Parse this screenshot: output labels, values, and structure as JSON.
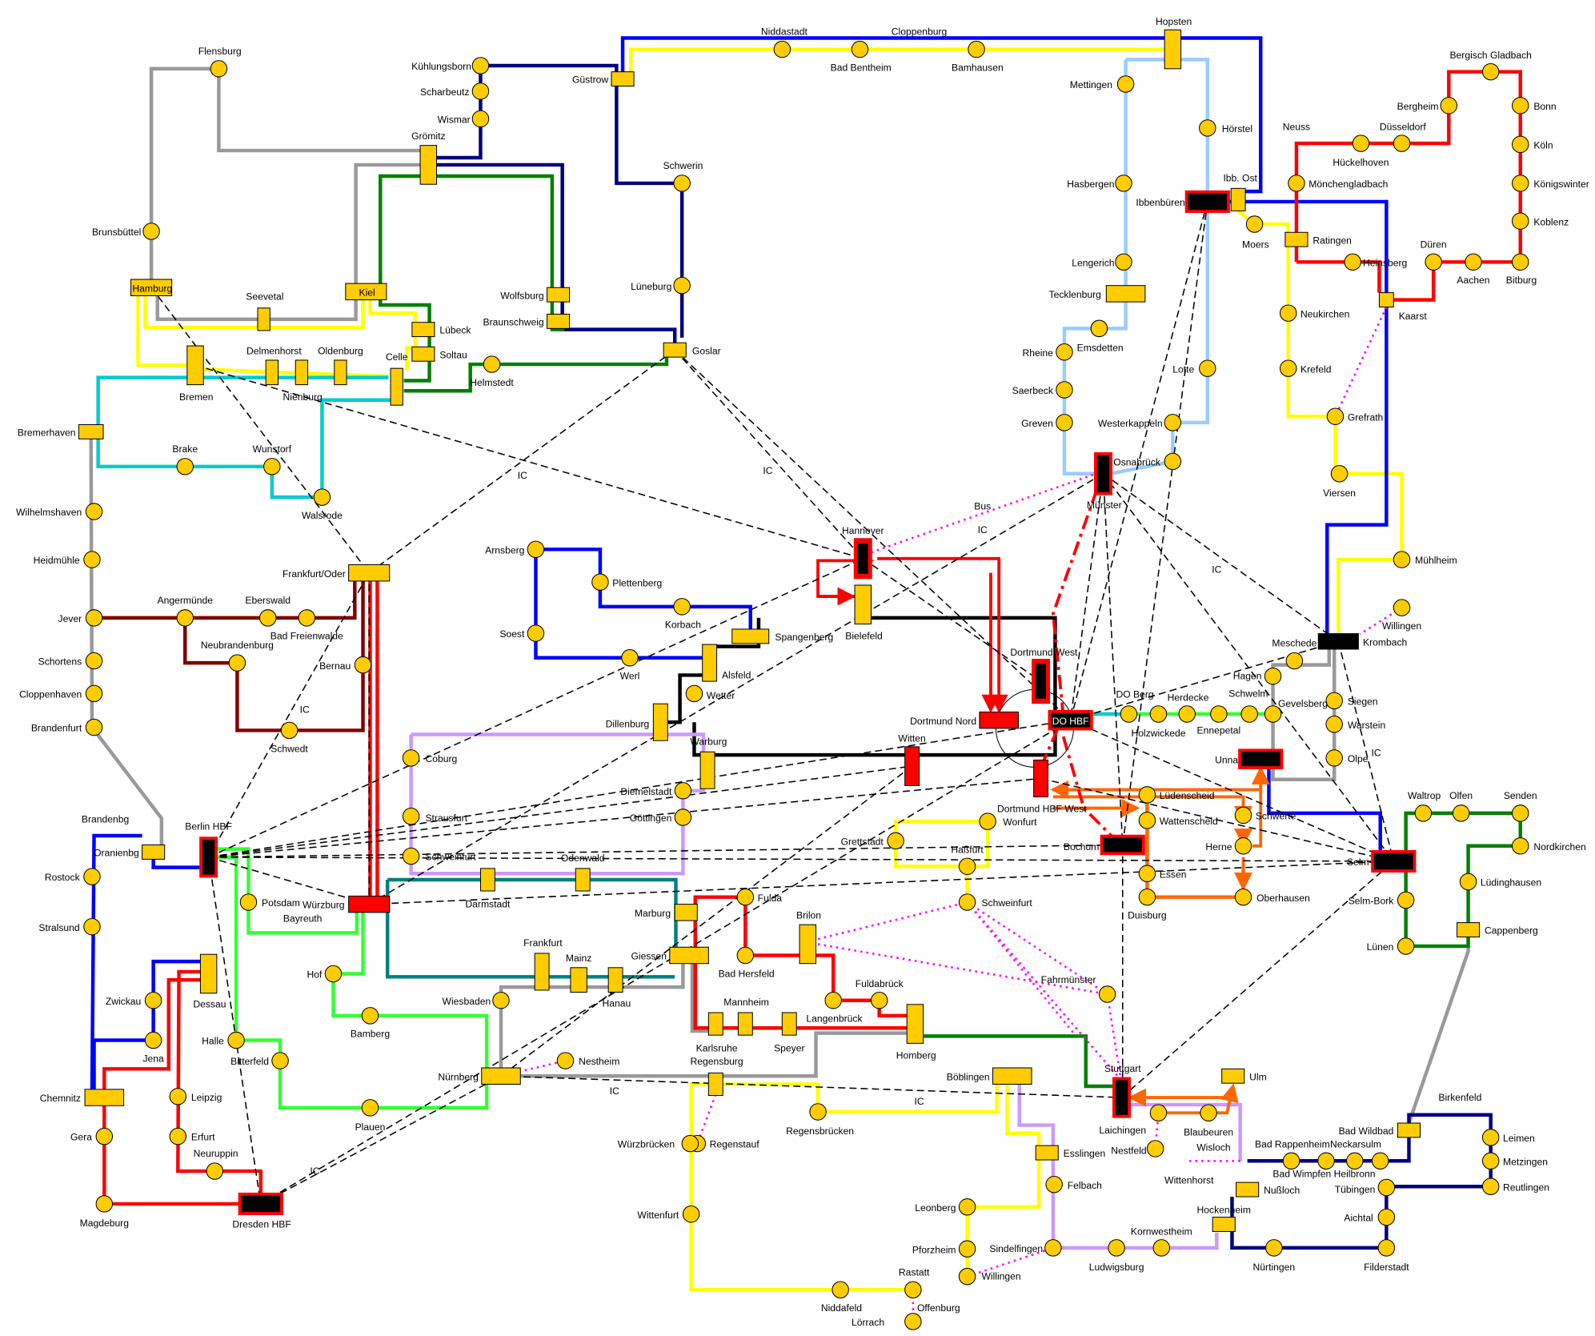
{
  "line_colors": {
    "gray": "#999999",
    "yellow": "#ffff00",
    "blue": "#0000ff",
    "navy": "#000080",
    "green": "#008000",
    "lime": "#33ff33",
    "cyan": "#00cccc",
    "darkred": "#800000",
    "red": "#ff0000",
    "orange": "#ff6600",
    "black": "#000000",
    "teal": "#008080",
    "lavender": "#cc99ff",
    "lightblue": "#99ccff",
    "magenta": "#ff00ff",
    "station_fill": "#ffcc00",
    "hub_border": "#ff0000"
  },
  "annotations": [
    "IC",
    "IC",
    "IC",
    "IC",
    "Bus",
    "IC",
    "IC",
    "IC",
    "IC",
    "IC"
  ],
  "stations": [
    {
      "name": "Flensburg"
    },
    {
      "name": "Brunsbüttel"
    },
    {
      "name": "Hamburg"
    },
    {
      "name": "Seevetal"
    },
    {
      "name": "Kiel"
    },
    {
      "name": "Grömitz"
    },
    {
      "name": "Kühlungsborn"
    },
    {
      "name": "Scharbeutz"
    },
    {
      "name": "Wismar"
    },
    {
      "name": "Lübeck"
    },
    {
      "name": "Soltau"
    },
    {
      "name": "Celle"
    },
    {
      "name": "Helmstedt"
    },
    {
      "name": "Wolfsburg"
    },
    {
      "name": "Braunschweig"
    },
    {
      "name": "Bremen"
    },
    {
      "name": "Delmenhorst"
    },
    {
      "name": "Nienburg"
    },
    {
      "name": "Oldenburg"
    },
    {
      "name": "Bremerhaven"
    },
    {
      "name": "Brake"
    },
    {
      "name": "Wunstorf"
    },
    {
      "name": "Walsrode"
    },
    {
      "name": "Wilhelmshaven"
    },
    {
      "name": "Heidmühle"
    },
    {
      "name": "Jever"
    },
    {
      "name": "Schortens"
    },
    {
      "name": "Cloppenhaven"
    },
    {
      "name": "Brandenfurt"
    },
    {
      "name": "Angermünde"
    },
    {
      "name": "Eberswald"
    },
    {
      "name": "Bad Freienwalde"
    },
    {
      "name": "Neubrandenburg"
    },
    {
      "name": "Bernau"
    },
    {
      "name": "Schwedt"
    },
    {
      "name": "Frankfurt/Oder"
    },
    {
      "name": "Güstrow"
    },
    {
      "name": "Niddastadt"
    },
    {
      "name": "Bad Bentheim"
    },
    {
      "name": "Bamhausen"
    },
    {
      "name": "Cloppenburg"
    },
    {
      "name": "Hopsten"
    },
    {
      "name": "Schwerin"
    },
    {
      "name": "Lüneburg"
    },
    {
      "name": "Goslar"
    },
    {
      "name": "Mettingen"
    },
    {
      "name": "Hörstel"
    },
    {
      "name": "Hasbergen"
    },
    {
      "name": "Ibbenbüren"
    },
    {
      "name": "Ibb. Ost"
    },
    {
      "name": "Moers"
    },
    {
      "name": "Lengerich"
    },
    {
      "name": "Tecklenburg"
    },
    {
      "name": "Emsdetten"
    },
    {
      "name": "Rheine"
    },
    {
      "name": "Lotte"
    },
    {
      "name": "Saerbeck"
    },
    {
      "name": "Greven"
    },
    {
      "name": "Westerkappeln"
    },
    {
      "name": "Osnabrück"
    },
    {
      "name": "Münster"
    },
    {
      "name": "Bergisch Gladbach"
    },
    {
      "name": "Neuss"
    },
    {
      "name": "Hückelhoven"
    },
    {
      "name": "Düsseldorf"
    },
    {
      "name": "Bergheim"
    },
    {
      "name": "Bonn"
    },
    {
      "name": "Köln"
    },
    {
      "name": "Königswinter"
    },
    {
      "name": "Koblenz"
    },
    {
      "name": "Bitburg"
    },
    {
      "name": "Aachen"
    },
    {
      "name": "Düren"
    },
    {
      "name": "Mönchengladbach"
    },
    {
      "name": "Ratingen"
    },
    {
      "name": "Heinsberg"
    },
    {
      "name": "Kaarst"
    },
    {
      "name": "Neukirchen"
    },
    {
      "name": "Krefeld"
    },
    {
      "name": "Grefrath"
    },
    {
      "name": "Viersen"
    },
    {
      "name": "Mühlheim"
    },
    {
      "name": "Willingen"
    },
    {
      "name": "Krombach"
    },
    {
      "name": "Meschede"
    },
    {
      "name": "Hagen"
    },
    {
      "name": "Siegen"
    },
    {
      "name": "Gevelsberg"
    },
    {
      "name": "Warstein"
    },
    {
      "name": "Olpe"
    },
    {
      "name": "Unna"
    },
    {
      "name": "DO Berg"
    },
    {
      "name": "Holzwickede"
    },
    {
      "name": "Herdecke"
    },
    {
      "name": "Ennepetal"
    },
    {
      "name": "Schwelm"
    },
    {
      "name": "Hannover"
    },
    {
      "name": "Bielefeld"
    },
    {
      "name": "Dortmund West"
    },
    {
      "name": "Dortmund Nord"
    },
    {
      "name": "DO HBF"
    },
    {
      "name": "Witten"
    },
    {
      "name": "Dortmund HBF West"
    },
    {
      "name": "Lüdenscheid"
    },
    {
      "name": "Schwerte"
    },
    {
      "name": "Wattenscheid"
    },
    {
      "name": "Herne"
    },
    {
      "name": "Bochum"
    },
    {
      "name": "Essen"
    },
    {
      "name": "Oberhausen"
    },
    {
      "name": "Duisburg"
    },
    {
      "name": "Selm"
    },
    {
      "name": "Waltrop"
    },
    {
      "name": "Olfen"
    },
    {
      "name": "Senden"
    },
    {
      "name": "Nordkirchen"
    },
    {
      "name": "Lüdinghausen"
    },
    {
      "name": "Selm-Bork"
    },
    {
      "name": "Cappenberg"
    },
    {
      "name": "Lünen"
    },
    {
      "name": "Arnsberg"
    },
    {
      "name": "Plettenberg"
    },
    {
      "name": "Korbach"
    },
    {
      "name": "Soest"
    },
    {
      "name": "Werl"
    },
    {
      "name": "Spangenberg"
    },
    {
      "name": "Alsfeld"
    },
    {
      "name": "Wetter"
    },
    {
      "name": "Dillenburg"
    },
    {
      "name": "Warburg"
    },
    {
      "name": "Coburg"
    },
    {
      "name": "Diemelstadt"
    },
    {
      "name": "Strausfurt"
    },
    {
      "name": "Göttingen"
    },
    {
      "name": "Schweinfurt"
    },
    {
      "name": "Odenwald"
    },
    {
      "name": "Darmstadt"
    },
    {
      "name": "Würzburg"
    },
    {
      "name": "Potsdam"
    },
    {
      "name": "Bayreuth"
    },
    {
      "name": "Berlin HBF"
    },
    {
      "name": "Brandenbg"
    },
    {
      "name": "Oranienbg"
    },
    {
      "name": "Rostock"
    },
    {
      "name": "Stralsund"
    },
    {
      "name": "Zwickau"
    },
    {
      "name": "Jena"
    },
    {
      "name": "Dessau"
    },
    {
      "name": "Halle"
    },
    {
      "name": "Bitterfeld"
    },
    {
      "name": "Chemnitz"
    },
    {
      "name": "Gera"
    },
    {
      "name": "Leipzig"
    },
    {
      "name": "Erfurt"
    },
    {
      "name": "Neuruppin"
    },
    {
      "name": "Magdeburg"
    },
    {
      "name": "Dresden HBF"
    },
    {
      "name": "Hof"
    },
    {
      "name": "Bamberg"
    },
    {
      "name": "Plauen"
    },
    {
      "name": "Nürnberg"
    },
    {
      "name": "Nestheim"
    },
    {
      "name": "Wiesbaden"
    },
    {
      "name": "Frankfurt"
    },
    {
      "name": "Mainz"
    },
    {
      "name": "Hanau"
    },
    {
      "name": "Giessen"
    },
    {
      "name": "Marburg"
    },
    {
      "name": "Fulda"
    },
    {
      "name": "Bad Hersfeld"
    },
    {
      "name": "Brilon"
    },
    {
      "name": "Fuldabrück"
    },
    {
      "name": "Langenbrück"
    },
    {
      "name": "Homberg"
    },
    {
      "name": "Mannheim"
    },
    {
      "name": "Karlsruhe"
    },
    {
      "name": "Speyer"
    },
    {
      "name": "Regensburg"
    },
    {
      "name": "Regenstauf"
    },
    {
      "name": "Würzbrücken"
    },
    {
      "name": "Wittenfurt"
    },
    {
      "name": "Regensbrücken"
    },
    {
      "name": "Niddafeld"
    },
    {
      "name": "Rastatt"
    },
    {
      "name": "Offenburg"
    },
    {
      "name": "Lörrach"
    },
    {
      "name": "Pforzheim"
    },
    {
      "name": "Willingen"
    },
    {
      "name": "Leonberg"
    },
    {
      "name": "Sindelfingen"
    },
    {
      "name": "Ludwigsburg"
    },
    {
      "name": "Kornwestheim"
    },
    {
      "name": "Hockenheim"
    },
    {
      "name": "Nürtingen"
    },
    {
      "name": "Filderstadt"
    },
    {
      "name": "Esslingen"
    },
    {
      "name": "Felbach"
    },
    {
      "name": "Böblingen"
    },
    {
      "name": "Stuttgart"
    },
    {
      "name": "Laichingen"
    },
    {
      "name": "Nestfeld"
    },
    {
      "name": "Blaubeuren"
    },
    {
      "name": "Ulm"
    },
    {
      "name": "Wisloch"
    },
    {
      "name": "Wittenhorst"
    },
    {
      "name": "Nußloch"
    },
    {
      "name": "Bad Rappenheim"
    },
    {
      "name": "Neckarsulm"
    },
    {
      "name": "Bad Wimpfen Heilbronn"
    },
    {
      "name": "Tübingen"
    },
    {
      "name": "Aichtal"
    },
    {
      "name": "Bad Wildbad"
    },
    {
      "name": "Birkenfeld"
    },
    {
      "name": "Leimen"
    },
    {
      "name": "Metzingen"
    },
    {
      "name": "Reutlingen"
    },
    {
      "name": "Schweinfurt"
    },
    {
      "name": "Haßfurt"
    },
    {
      "name": "Wonfurt"
    },
    {
      "name": "Grettstadt"
    },
    {
      "name": "Fahrmünster"
    }
  ]
}
